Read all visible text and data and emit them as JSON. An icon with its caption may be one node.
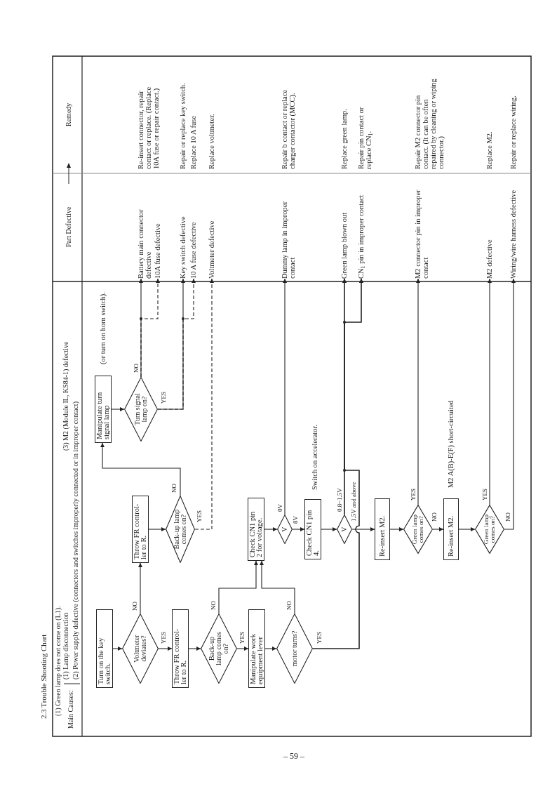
{
  "diagram": {
    "title": "2.3 Trouble Shooting Chart",
    "nodes": [
      {
        "text": [
          "Turn on the key switch."
        ]
      },
      {
        "text": [
          "Voltmeter deviates?"
        ]
      },
      {
        "text": [
          "Throw FR control-ler to R."
        ]
      },
      {
        "text": [
          "Back-up lamp comes on?"
        ]
      },
      {
        "text": [
          "Manipulate turn signal lamp"
        ],
        "beside": [
          "(or turn on horn switch)."
        ]
      },
      {
        "text": [
          "Turn signal lamp on?"
        ]
      },
      {
        "text": [
          "Throw FR control-ler to R."
        ]
      },
      {
        "text": [
          "Back-up lamp comes on?"
        ]
      },
      {
        "text": [
          "Manipulate work equipment lever"
        ]
      },
      {
        "text": [
          "motor turns?"
        ]
      },
      {
        "text": [
          "Check CN1 pin 2 for voltage."
        ]
      },
      {
        "text": [
          "V"
        ]
      },
      {
        "text": [
          "Check CN1 pin 4."
        ],
        "beside": [
          "Switch on accelerator."
        ]
      },
      {
        "text": [
          "V"
        ]
      },
      {
        "text": [
          "Re-insert M2."
        ]
      },
      {
        "text": [
          "Green lamp comes on?"
        ]
      },
      {
        "text": [
          "Re-insert M2."
        ],
        "beside": [
          "M2 A(B)-E(F) short-circuited"
        ]
      },
      {
        "text": [
          "Green lamp comes on?"
        ]
      },
      {
        "text": [
          "Battery main connector defective"
        ]
      },
      {
        "text": [
          "10A fuse defective"
        ]
      },
      {
        "text": [
          "Key switch defective"
        ]
      },
      {
        "text": [
          "10 A fuse defective"
        ]
      },
      {
        "text": [
          "Voltmeter defective"
        ]
      },
      {
        "text": [
          "Dummy lamp in improper contact"
        ]
      },
      {
        "text": [
          "Green lamp blown out"
        ]
      },
      {
        "text": [
          "CN$_{1}$ pin in improper contact"
        ]
      },
      {
        "text": [
          "M2 connector pin in improper contact"
        ]
      },
      {
        "text": [
          "M2 defective"
        ]
      },
      {
        "text": [
          "Wiring/wire harness defective"
        ]
      }
    ],
    "edges": [
      {
        "from": 0,
        "to": 1,
        "arrow": "to"
      },
      {
        "from": 1,
        "to": 2,
        "arrow": "to",
        "label": "NO"
      },
      {
        "from": 1,
        "to": 6,
        "arrow": "to",
        "label": "YES"
      },
      {
        "from": 2,
        "to": 3,
        "arrow": "to"
      },
      {
        "from": 3,
        "to": 4,
        "arrow": "to",
        "label": "NO"
      },
      {
        "from": 3,
        "to": 22,
        "arrow": "to",
        "label": "YES",
        "style": "dashed"
      },
      {
        "from": 4,
        "to": 5,
        "arrow": "to"
      },
      {
        "from": 5,
        "to": 18,
        "arrow": "to",
        "label": "NO"
      },
      {
        "from": 5,
        "to": 19,
        "arrow": "to",
        "style": "dashed"
      },
      {
        "from": 5,
        "to": 20,
        "arrow": "to",
        "label": "YES"
      },
      {
        "from": 5,
        "to": 21,
        "arrow": "to",
        "style": "dashed"
      },
      {
        "from": 6,
        "to": 7,
        "arrow": "to"
      },
      {
        "from": 7,
        "to": 8,
        "arrow": "to",
        "label": "YES"
      },
      {
        "from": 7,
        "to": 10,
        "arrow": "to",
        "label": "NO"
      },
      {
        "from": 8,
        "to": 9,
        "arrow": "to"
      },
      {
        "from": 9,
        "to": 10,
        "arrow": "to",
        "label": "NO"
      },
      {
        "from": 9,
        "to": 24,
        "arrow": "to",
        "label": "YES"
      },
      {
        "from": 9,
        "to": 25,
        "arrow": "to"
      },
      {
        "from": 10,
        "to": 11,
        "arrow": "to"
      },
      {
        "from": 11,
        "to": 23,
        "arrow": "to",
        "label": "0V"
      },
      {
        "from": 11,
        "to": 12,
        "arrow": "to",
        "label": "8V"
      },
      {
        "from": 12,
        "to": 13,
        "arrow": "to"
      },
      {
        "from": 13,
        "to": 24,
        "arrow": "to",
        "label": "0.8~1.5V"
      },
      {
        "from": 13,
        "to": 25,
        "arrow": "to"
      },
      {
        "from": 13,
        "to": 14,
        "arrow": "to",
        "label": "1.5V and above"
      },
      {
        "from": 14,
        "to": 15,
        "arrow": "to"
      },
      {
        "from": 15,
        "to": 26,
        "arrow": "to",
        "label": "YES"
      },
      {
        "from": 15,
        "to": 16,
        "arrow": "to",
        "label": "NO"
      },
      {
        "from": 16,
        "to": 17,
        "arrow": "to"
      },
      {
        "from": 17,
        "to": 27,
        "arrow": "to",
        "label": "YES"
      },
      {
        "from": 17,
        "to": 28,
        "arrow": "to",
        "label": "NO"
      }
    ],
    "labels": [
      "(1) Green lamp does not come on (L1).",
      "Main Causes:",
      "(1) Lamp disconnection",
      "(2) Power supply defective (connectors and switches improperly connected or in improper contact)",
      "(3) M2 (Module IL, KS84-1) defective",
      "Part Defective",
      "Remedy",
      "Re-insert connector, repair contact or replace. (Replace 10A fuse or repair contact.)",
      "Repair or replace key switch.",
      "Replace 10 A fuse",
      "Replace voltmeter.",
      "Repair b contact or replace charger contactor (MCC).",
      "Replace green lamp.",
      "Repair pin contact or replace CN$_{1}$.",
      "Repair M2 connector pin contact. (It can be often repaired by cleaning or wiping connector.)",
      "Replace M2.",
      "Repair or replace wiring.",
      "– 59 –"
    ]
  }
}
